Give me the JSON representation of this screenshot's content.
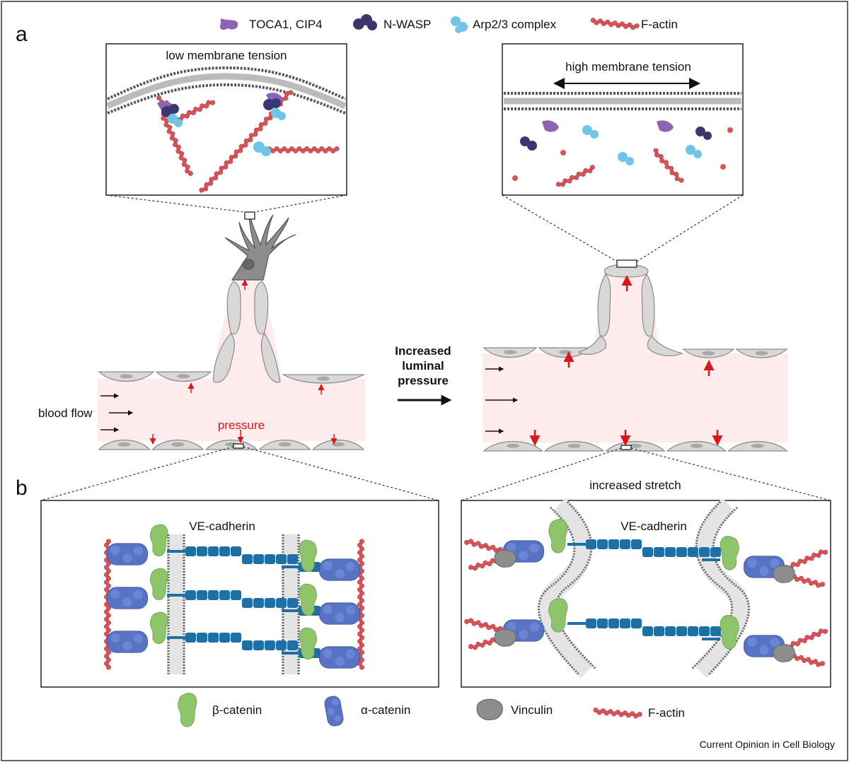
{
  "panels": {
    "a": "a",
    "b": "b"
  },
  "legend_top": {
    "toca": "TOCA1, CIP4",
    "nwasp": "N-WASP",
    "arp": "Arp2/3 complex",
    "factin": "F-actin"
  },
  "insets": {
    "low_tension": "low membrane tension",
    "high_tension": "high membrane tension"
  },
  "vessel": {
    "blood_flow": "blood flow",
    "pressure": "pressure",
    "transition_line1": "Increased",
    "transition_line2": "luminal",
    "transition_line3": "pressure"
  },
  "junctions": {
    "left_title": "VE-cadherin",
    "right_title": "VE-cadherin",
    "stretch": "increased stretch"
  },
  "legend_bottom": {
    "bcat": "β-catenin",
    "acat": "α-catenin",
    "vinc": "Vinculin",
    "factin": "F-actin"
  },
  "credit": "Current Opinion in Cell Biology",
  "colors": {
    "toca": "#8d63b4",
    "nwasp": "#3a3670",
    "arp": "#6fc5e6",
    "factin": "#d9545a",
    "bcat": "#8ec46a",
    "acat": "#5873c4",
    "vinc": "#8d8d8d",
    "cadherin": "#1e6fa6",
    "lumen": "#fdeceb",
    "cell": "#d8d8d8",
    "pressure_arrow": "#d9181c"
  }
}
